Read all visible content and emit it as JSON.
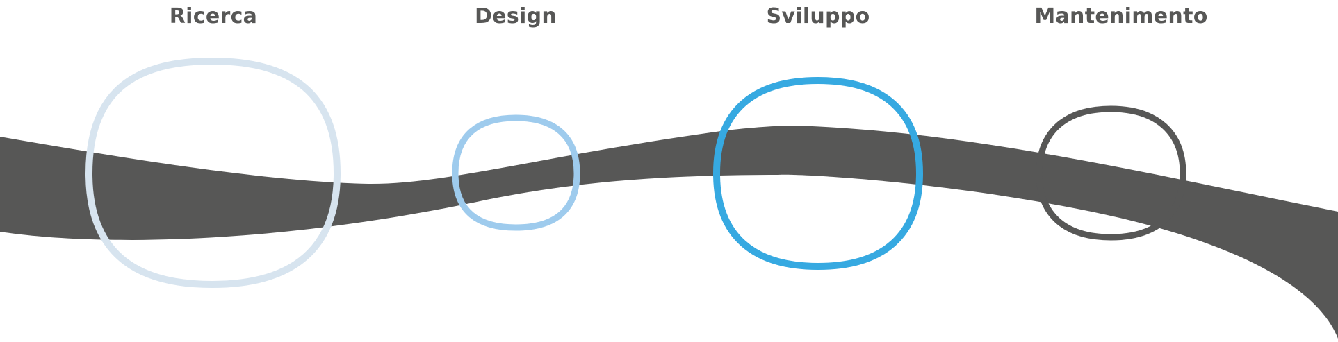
{
  "phases": [
    {
      "label": "Ricerca",
      "ring_color": "#d7e4ef"
    },
    {
      "label": "Design",
      "ring_color": "#9ecbed"
    },
    {
      "label": "Sviluppo",
      "ring_color": "#36a9e1"
    },
    {
      "label": "Mantenimento",
      "ring_color": "#575756"
    }
  ],
  "colors": {
    "band": "#575756",
    "text": "#575756",
    "background": "#ffffff"
  }
}
